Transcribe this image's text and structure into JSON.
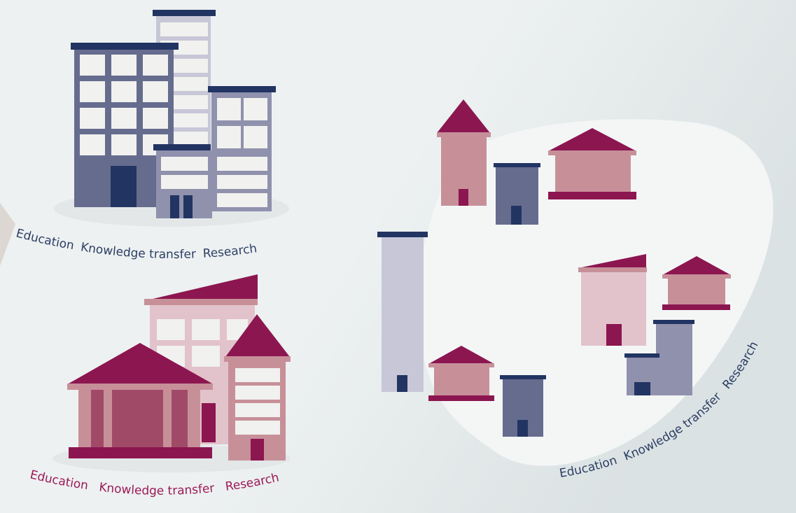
{
  "colors": {
    "background": "#edf1f1",
    "background_corner": "#dbe2e3",
    "ground_ellipse": "#e3e7e8",
    "blob": "#f4f6f6",
    "arrow": "#dcd7d2",
    "roof_navy": "#223462",
    "slate_dark": "#666c8e",
    "slate_light": "#8f91ad",
    "lavender": "#c8c7d8",
    "window": "#f1f1ef",
    "door_navy": "#223462",
    "magenta": "#8c1650",
    "mauve": "#c79099",
    "mauve_mid": "#a04a68",
    "pink_light": "#e2c3cb",
    "label_slate": "#2c3e65",
    "label_magenta": "#9c1a59"
  },
  "clusters": {
    "top_left": {
      "description": "campus of slate office blocks",
      "labels": [
        "Education",
        "Knowledge transfer",
        "Research"
      ]
    },
    "bottom_left": {
      "description": "campus with classical columned hall and towers",
      "labels": [
        "Education",
        "Knowledge transfer",
        "Research"
      ]
    },
    "right": {
      "description": "distributed cluster of small houses on a rounded area",
      "labels": [
        "Education",
        "Knowledge transfer",
        "Research"
      ]
    }
  }
}
